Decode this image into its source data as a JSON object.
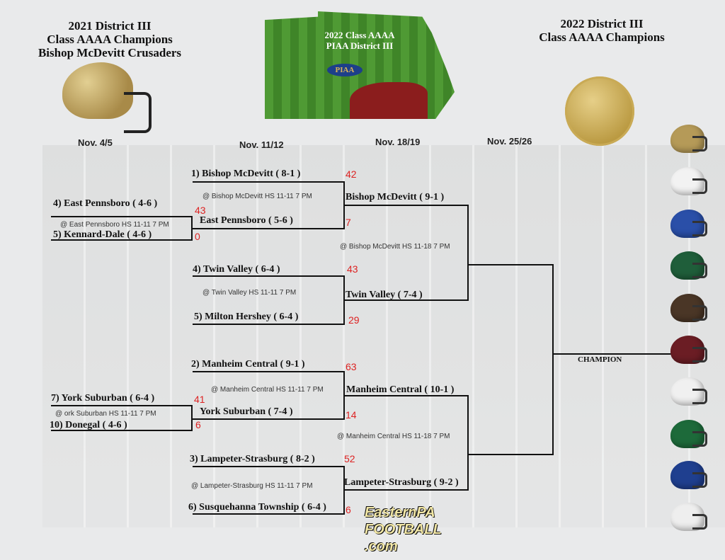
{
  "header": {
    "left_title": [
      "2021 District III",
      "Class AAAA Champions",
      "Bishop McDevitt Crusaders"
    ],
    "right_title": [
      "2022 District III",
      "Class AAAA Champions"
    ],
    "map_title": [
      "2022 Class AAAA",
      "PIAA District III"
    ],
    "map_logo": "PIAA",
    "rounds": [
      "Nov. 4/5",
      "Nov. 11/12",
      "Nov. 18/19",
      "Nov. 25/26"
    ]
  },
  "round1": [
    {
      "top": "4) East Pennsboro ( 4-6 )",
      "bottom": "5) Kennard-Dale ( 4-6 )",
      "site": "@ East Pennsboro HS 11-11 7 PM",
      "score_top": "43",
      "score_bottom": "0"
    },
    {
      "top": "7) York Suburban ( 6-4 )",
      "bottom": "10) Donegal ( 4-6 )",
      "site": "@ ork Suburban HS 11-11 7 PM",
      "score_top": "41",
      "score_bottom": "6"
    }
  ],
  "round2": [
    {
      "top": "1) Bishop McDevitt  ( 8-1 )",
      "bottom": "East Pennsboro ( 5-6 )",
      "site": "@ Bishop McDevitt HS 11-11 7 PM",
      "score_top": "42",
      "score_bottom": "7"
    },
    {
      "top": "4)  Twin Valley ( 6-4 )",
      "bottom": "5) Milton Hershey ( 6-4 )",
      "site": "@ Twin Valley HS 11-11 7 PM",
      "score_top": "43",
      "score_bottom": "29"
    },
    {
      "top": "2) Manheim Central ( 9-1 )",
      "bottom": "York Suburban ( 7-4 )",
      "site": "@ Manheim Central  HS 11-11 7 PM",
      "score_top": "63",
      "score_bottom": "14"
    },
    {
      "top": "3) Lampeter-Strasburg ( 8-2 )",
      "bottom": "6) Susquehanna Township  ( 6-4 )",
      "site": "@ Lampeter-Strasburg HS 11-11 7 PM",
      "score_top": "52",
      "score_bottom": "6"
    }
  ],
  "semis": [
    {
      "top": "Bishop McDevitt  ( 9-1 )",
      "bottom": "Twin Valley ( 7-4 )",
      "site": "@ Bishop McDevitt HS 11-18 7 PM"
    },
    {
      "top": "Manheim Central ( 10-1 )",
      "bottom": "Lampeter-Strasburg ( 9-2 )",
      "site": "@ Manheim Central  HS 11-18 7 PM"
    }
  ],
  "champion_label": "CHAMPION",
  "logo": "EasternPA FOOTBALL .com",
  "helmet_colors": [
    "#b59a58",
    "#f2f2f2",
    "#2a4fa8",
    "#1f5e3a",
    "#4a3626",
    "#6b1d24",
    "#f0f0f0",
    "#1d6a3a",
    "#1f3f8f",
    "#eeeeee"
  ]
}
